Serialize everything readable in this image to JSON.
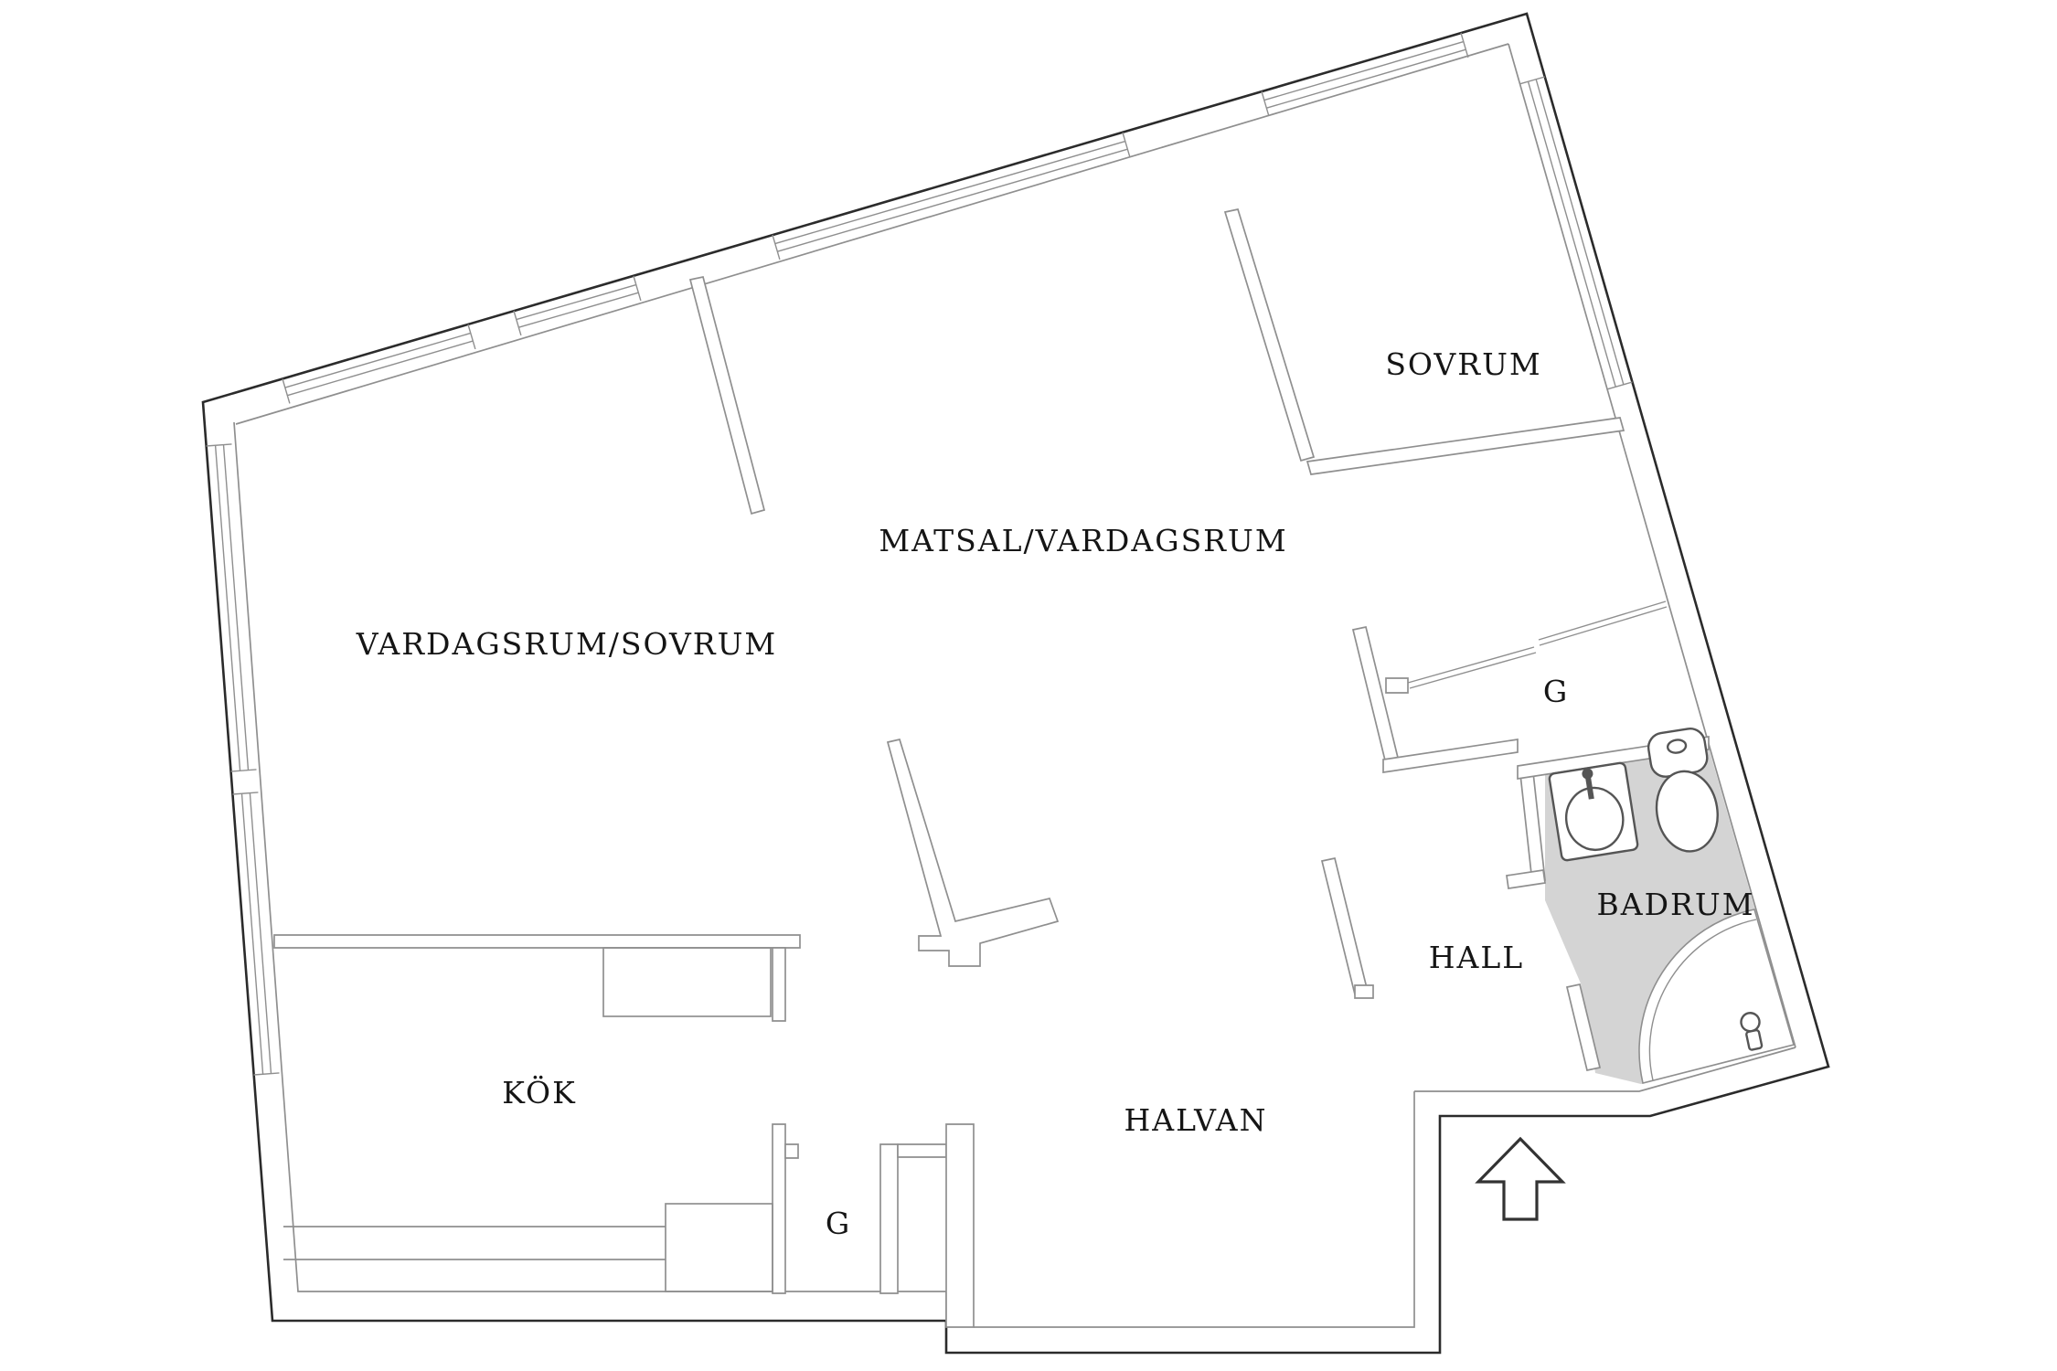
{
  "plan": {
    "description_label": "apartment floor plan",
    "rooms": [
      {
        "id": "vardagsrum-sovrum",
        "label": "VARDAGSRUM/SOVRUM"
      },
      {
        "id": "matsal-vardagsrum",
        "label": "MATSAL/VARDAGSRUM"
      },
      {
        "id": "sovrum",
        "label": "SOVRUM"
      },
      {
        "id": "garderob-hall",
        "label": "G"
      },
      {
        "id": "badrum",
        "label": "BADRUM"
      },
      {
        "id": "hall",
        "label": "HALL"
      },
      {
        "id": "kok",
        "label": "KÖK"
      },
      {
        "id": "halvan",
        "label": "HALVAN"
      },
      {
        "id": "garderob-kok",
        "label": "G"
      }
    ],
    "fixtures": [
      {
        "id": "sink",
        "name": "sink-icon"
      },
      {
        "id": "toilet",
        "name": "toilet-icon"
      },
      {
        "id": "shower-corner",
        "name": "corner-shower-icon"
      },
      {
        "id": "shower-mixer",
        "name": "shower-mixer-icon"
      },
      {
        "id": "entrance",
        "name": "entrance-arrow-icon"
      }
    ],
    "colors": {
      "bathroom_floor": "#d4d4d4",
      "outer_wall": "#2b2b2b",
      "inner_wall": "#8f8f8f",
      "fixture": "#555555",
      "label": "#151515"
    }
  }
}
